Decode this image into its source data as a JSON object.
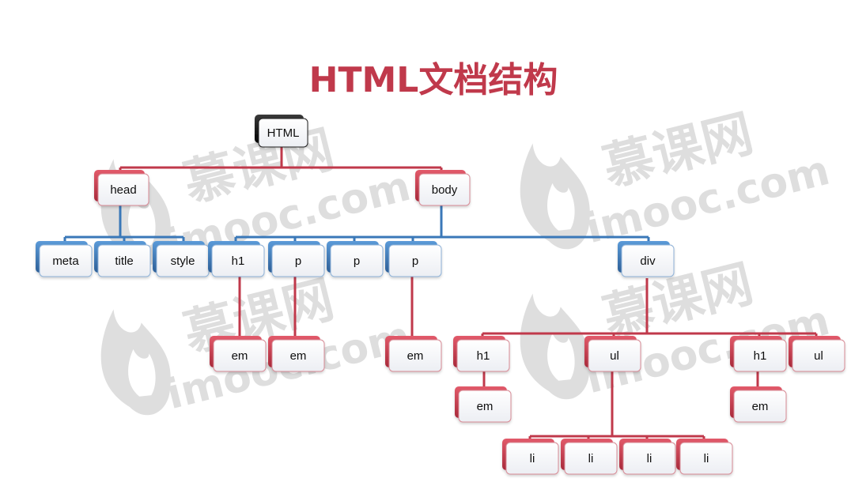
{
  "diagram": {
    "title": "HTML文档结构",
    "title_color": "#c0394b",
    "colors": {
      "root": "#1a1a1a",
      "red": "#c0394b",
      "blue": "#3a78b8",
      "face": "#f6f6f8"
    },
    "watermark": {
      "brand": "慕课网",
      "domain": "imooc.com"
    },
    "nodes": {
      "html": "HTML",
      "head": "head",
      "body": "body",
      "meta": "meta",
      "title": "title",
      "style": "style",
      "body_h1": "h1",
      "body_p1": "p",
      "body_p2": "p",
      "body_p3": "p",
      "div": "div",
      "em_h1": "em",
      "em_p1": "em",
      "em_p3": "em",
      "div_h1a": "h1",
      "div_ul1": "ul",
      "div_h1b": "h1",
      "div_ul2": "ul",
      "em_div_h1a": "em",
      "em_div_h1b": "em",
      "li1": "li",
      "li2": "li",
      "li3": "li",
      "li4": "li"
    }
  }
}
